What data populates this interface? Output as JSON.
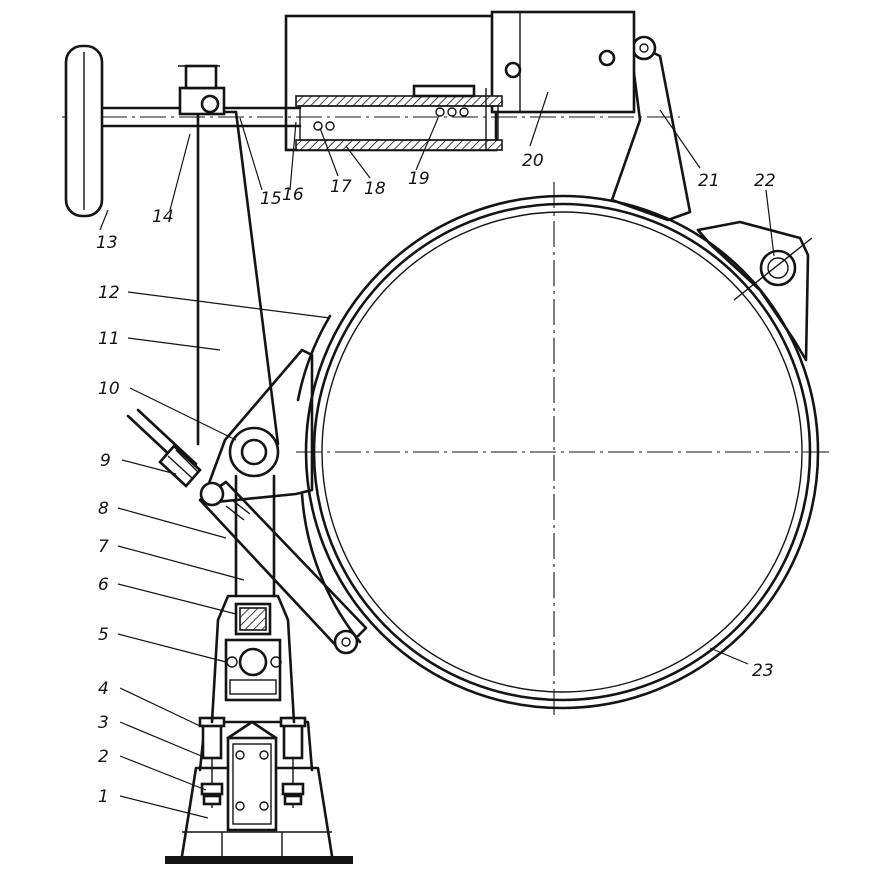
{
  "figure": {
    "callouts": [
      {
        "id": "1",
        "text": "1"
      },
      {
        "id": "2",
        "text": "2"
      },
      {
        "id": "3",
        "text": "3"
      },
      {
        "id": "4",
        "text": "4"
      },
      {
        "id": "5",
        "text": "5"
      },
      {
        "id": "6",
        "text": "6"
      },
      {
        "id": "7",
        "text": "7"
      },
      {
        "id": "8",
        "text": "8"
      },
      {
        "id": "9",
        "text": "9"
      },
      {
        "id": "10",
        "text": "10"
      },
      {
        "id": "11",
        "text": "11"
      },
      {
        "id": "12",
        "text": "12"
      },
      {
        "id": "13",
        "text": "13"
      },
      {
        "id": "14",
        "text": "14"
      },
      {
        "id": "15",
        "text": "15"
      },
      {
        "id": "16",
        "text": "16"
      },
      {
        "id": "17",
        "text": "17"
      },
      {
        "id": "18",
        "text": "18"
      },
      {
        "id": "19",
        "text": "19"
      },
      {
        "id": "20",
        "text": "20"
      },
      {
        "id": "21",
        "text": "21"
      },
      {
        "id": "22",
        "text": "22"
      },
      {
        "id": "23",
        "text": "23"
      }
    ]
  }
}
